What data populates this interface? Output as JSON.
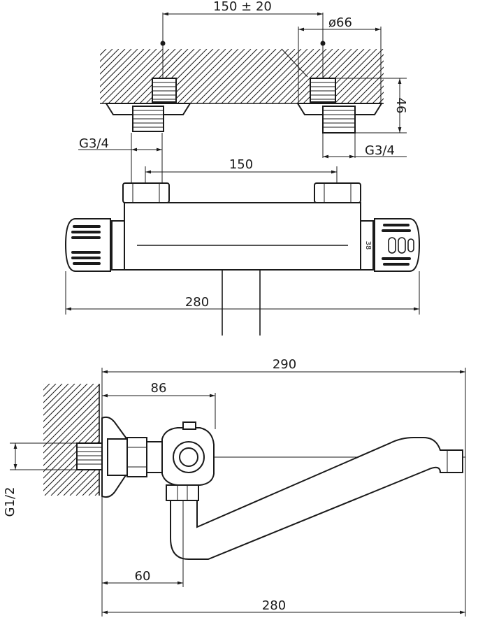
{
  "top_view": {
    "dim_spacing": "150 ± 20",
    "dim_diameter": "ø66",
    "dim_height": "46",
    "dim_thread_left": "G3/4",
    "dim_thread_right": "G3/4",
    "dim_body_spacing": "150",
    "dim_width": "280",
    "temperature_mark": "38"
  },
  "side_view": {
    "dim_spout_reach": "290",
    "dim_wall_to_axis": "86",
    "dim_inlet_thread": "G1/2",
    "dim_outlet_axis": "60",
    "dim_total_depth": "280"
  }
}
